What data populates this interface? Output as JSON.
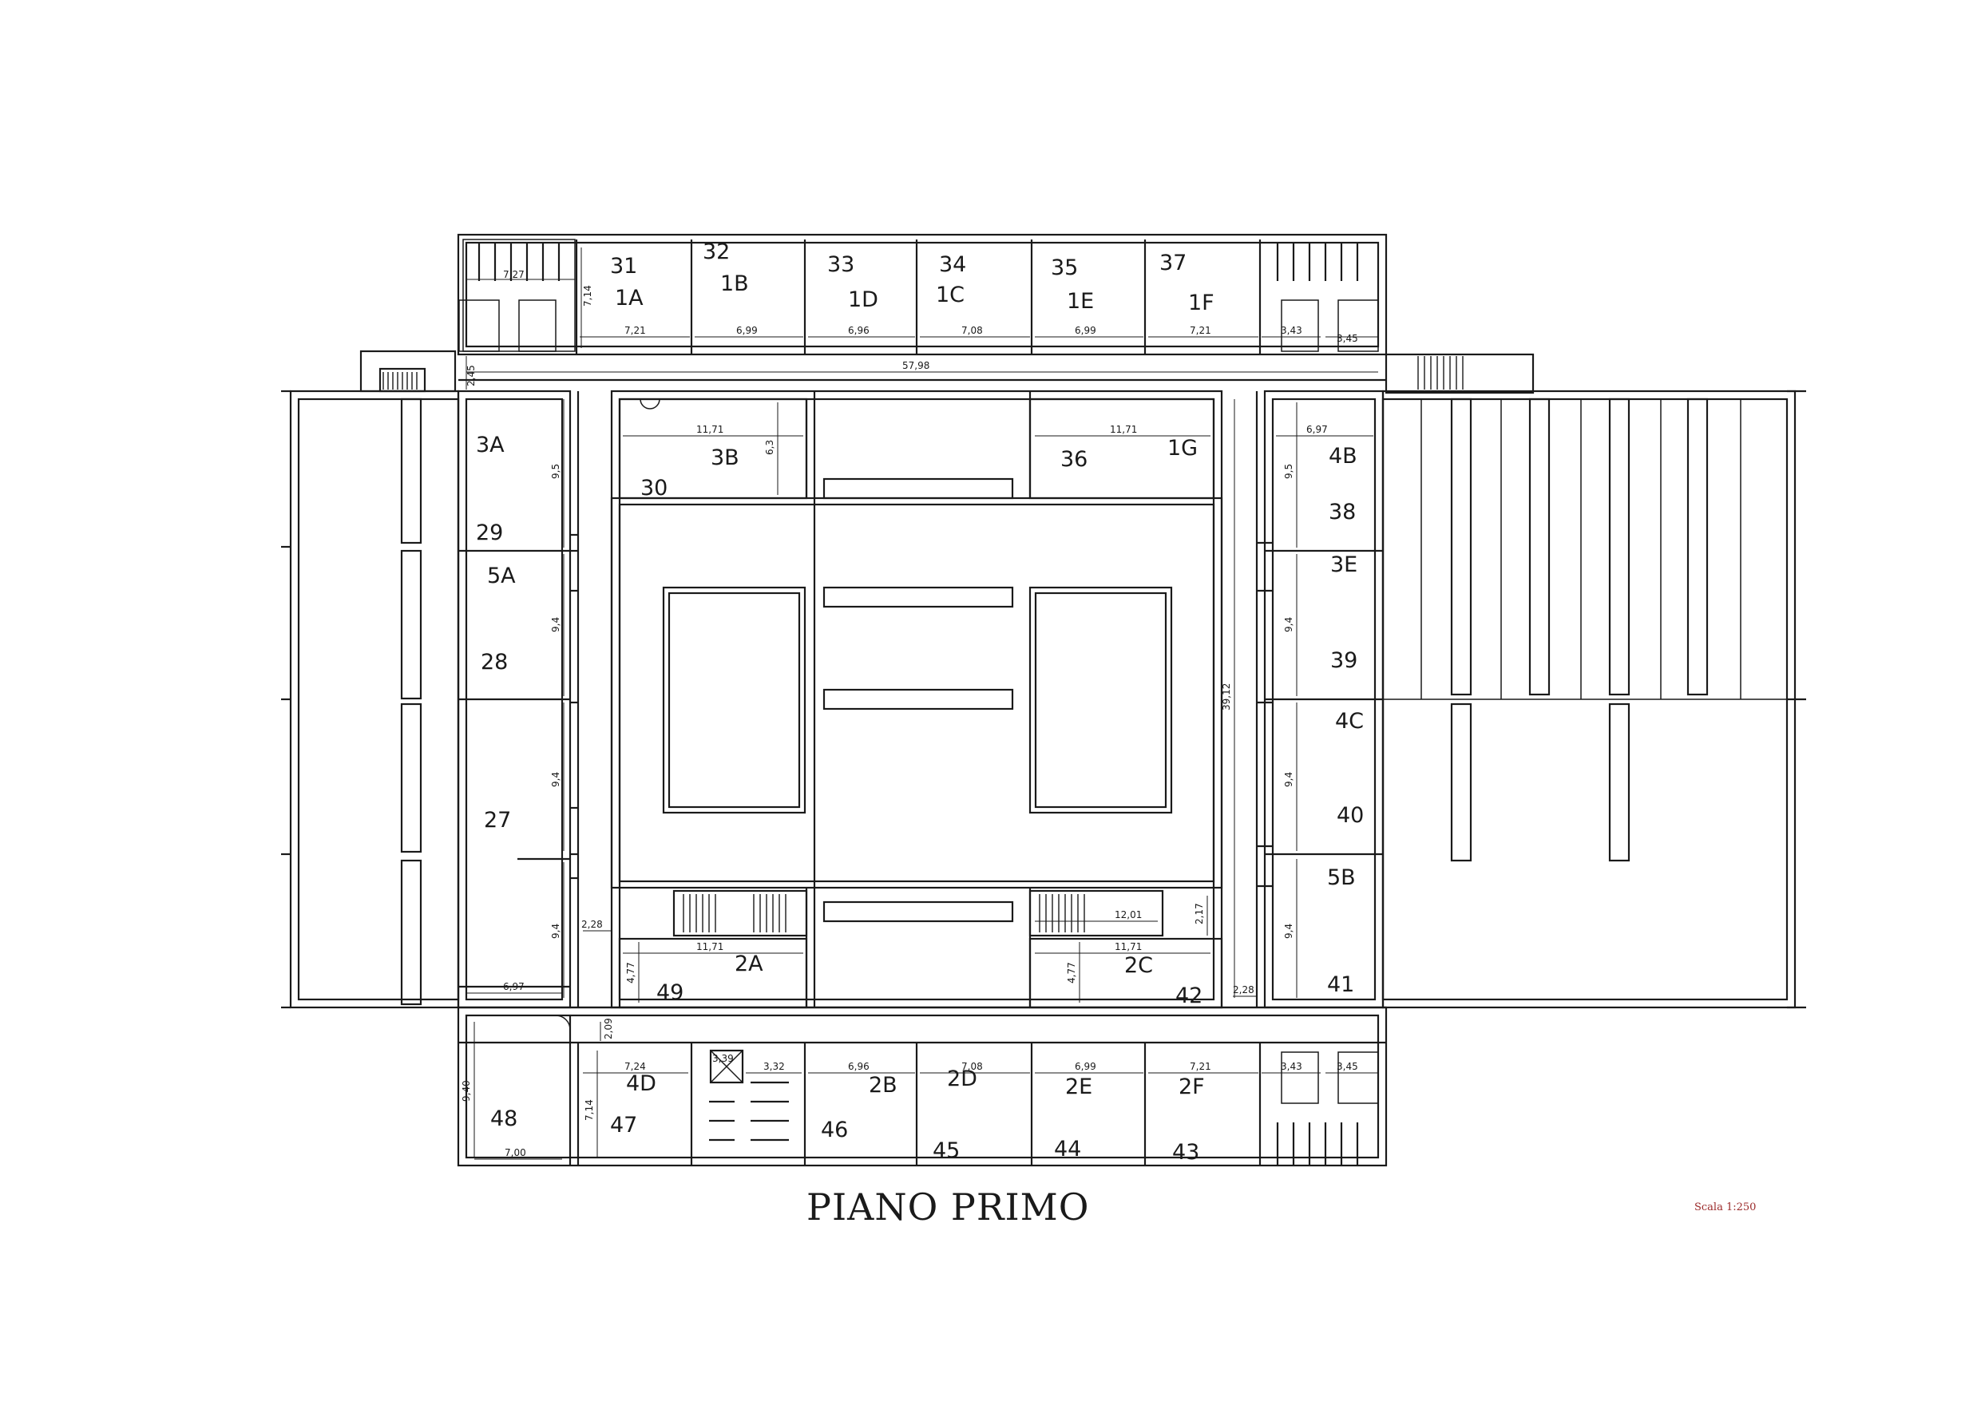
{
  "title": "PIANO PRIMO",
  "scale": "Scala 1:250",
  "colors": {
    "line": "#1a1a1a",
    "scale_text": "#9b2a2a",
    "background": "#ffffff"
  },
  "room_labels": {
    "n31": "31",
    "r1A": "1A",
    "n32": "32",
    "r1B": "1B",
    "n33": "33",
    "r1D": "1D",
    "n34": "34",
    "r1C": "1C",
    "n35": "35",
    "r1E": "1E",
    "n37": "37",
    "r1F": "1F",
    "r3A": "3A",
    "n29": "29",
    "r5A": "5A",
    "n28": "28",
    "n27": "27",
    "r3B": "3B",
    "n30": "30",
    "n36": "36",
    "r1G": "1G",
    "r4B": "4B",
    "n38": "38",
    "r3E": "3E",
    "n39": "39",
    "r4C": "4C",
    "n40": "40",
    "r5B": "5B",
    "n41": "41",
    "r2A": "2A",
    "n49": "49",
    "r2C": "2C",
    "n42": "42",
    "n48": "48",
    "r4D": "4D",
    "n47": "47",
    "n46": "46",
    "r2B": "2B",
    "r2D": "2D",
    "n45": "45",
    "r2E": "2E",
    "n44": "44",
    "r2F": "2F",
    "n43": "43"
  },
  "dimensions": {
    "d714_top": "7,14",
    "d727": "7,27",
    "d721a": "7,21",
    "d699a": "6,99",
    "d696a": "6,96",
    "d708a": "7,08",
    "d699b": "6,99",
    "d721b": "7,21",
    "d343a": "3,43",
    "d345a": "3,45",
    "d5798": "57,98",
    "d245": "2,45",
    "d95a": "9,5",
    "d94a": "9,4",
    "d94b": "9,4",
    "d94c": "9,4",
    "d697a": "6,97",
    "d1171a": "11,71",
    "d63": "6,3",
    "d1171b": "11,71",
    "d697b": "6,97",
    "d95b": "9,5",
    "d94d": "9,4",
    "d94e": "9,4",
    "d94f": "9,4",
    "d3912": "39,12",
    "d228a": "2,28",
    "d1171c": "11,71",
    "d477a": "4,77",
    "d1201": "12,01",
    "d217": "2,17",
    "d1171d": "11,71",
    "d477b": "4,77",
    "d228b": "2,28",
    "d209": "2,09",
    "d940": "9,40",
    "d700": "7,00",
    "d714b": "7,14",
    "d724": "7,24",
    "d339": "3,39",
    "d332": "3,32",
    "d696b": "6,96",
    "d708b": "7,08",
    "d699c": "6,99",
    "d721c": "7,21",
    "d343b": "3,43",
    "d345b": "3,45"
  }
}
